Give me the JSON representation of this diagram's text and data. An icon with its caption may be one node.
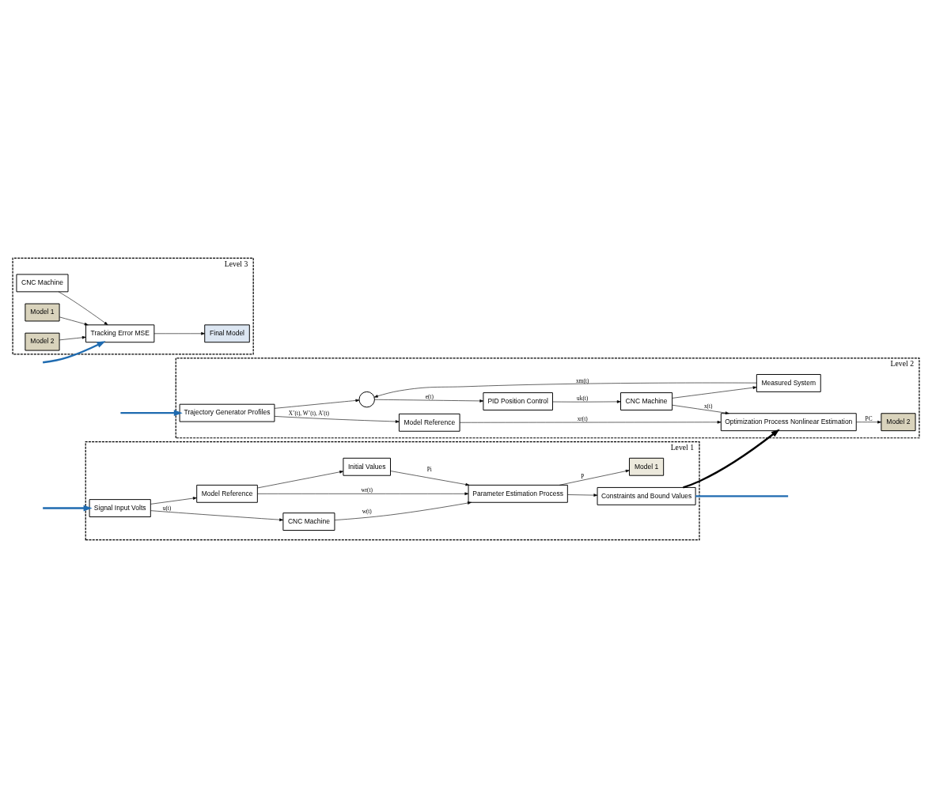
{
  "diagram": {
    "nodes": [
      {
        "text": [
          "Level 1"
        ]
      },
      {
        "text": [
          "Signal Input Volts"
        ],
        "in": 0
      },
      {
        "text": [
          "CNC Machine"
        ],
        "in": 0
      },
      {
        "text": [
          "Model Reference"
        ],
        "in": 0
      },
      {
        "text": [
          "Initial Values"
        ],
        "in": 0
      },
      {
        "text": [
          "Parameter Estimation Process"
        ],
        "in": 0
      },
      {
        "text": [
          "Model 1"
        ],
        "in": 0
      },
      {
        "text": [
          "Constraints and Bound Values"
        ],
        "in": 0
      },
      {
        "text": [
          "Level 2"
        ]
      },
      {
        "text": [
          "Trajectory Generator Profiles"
        ],
        "in": 8
      },
      {
        "text": [],
        "shape": "circle",
        "in": 8
      },
      {
        "text": [
          "PID Position Control"
        ],
        "in": 8
      },
      {
        "text": [
          "CNC Machine"
        ],
        "in": 8
      },
      {
        "text": [
          "Measured System"
        ],
        "in": 8
      },
      {
        "text": [
          "Model Reference"
        ],
        "in": 8
      },
      {
        "text": [
          "Optimization Process Nonlinear Estimation"
        ],
        "in": 8
      },
      {
        "text": [
          "Model 2"
        ],
        "in": 8
      },
      {
        "text": [
          "Level 3"
        ]
      },
      {
        "text": [
          "CNC Machine"
        ],
        "in": 17
      },
      {
        "text": [
          "Model 1"
        ],
        "in": 17
      },
      {
        "text": [
          "Model 2"
        ],
        "in": 17
      },
      {
        "text": [
          "Tracking Error MSE"
        ],
        "in": 17
      },
      {
        "text": [
          "Final Model"
        ],
        "in": 17
      }
    ],
    "edges": [
      {
        "from": null,
        "to": 1,
        "arrow": "to",
        "style": "thick",
        "color": "#1f6bb0"
      },
      {
        "from": 1,
        "to": 2,
        "arrow": "to",
        "label": "u(t)"
      },
      {
        "from": 1,
        "to": 3,
        "arrow": "to"
      },
      {
        "from": 2,
        "to": 5,
        "arrow": "to",
        "label": "w(t)"
      },
      {
        "from": 3,
        "to": 5,
        "arrow": "to",
        "label": "wr(t)"
      },
      {
        "from": 3,
        "to": 4,
        "arrow": "to"
      },
      {
        "from": 4,
        "to": 5,
        "arrow": "to",
        "label": "Pi"
      },
      {
        "from": 5,
        "to": 6,
        "arrow": "to",
        "label": "P"
      },
      {
        "from": 5,
        "to": 7,
        "arrow": "to"
      },
      {
        "from": 7,
        "to": null,
        "arrow": "none",
        "style": "thick",
        "color": "#1f6bb0"
      },
      {
        "from": 7,
        "to": 15,
        "arrow": "to",
        "style": "thick"
      },
      {
        "from": null,
        "to": 9,
        "arrow": "to",
        "style": "thick",
        "color": "#1f6bb0"
      },
      {
        "from": 9,
        "to": 10,
        "arrow": "to"
      },
      {
        "from": 10,
        "to": 11,
        "arrow": "to",
        "label": "e(t)"
      },
      {
        "from": 11,
        "to": 12,
        "arrow": "to",
        "label": "uk(t)"
      },
      {
        "from": 12,
        "to": 15,
        "arrow": "to",
        "label": "x(t)"
      },
      {
        "from": 12,
        "to": 13,
        "arrow": "to"
      },
      {
        "from": 13,
        "to": 10,
        "arrow": "to",
        "label": "xm(t)"
      },
      {
        "from": 9,
        "to": 14,
        "arrow": "to",
        "label": "X’(t), W’(t), A’(t)"
      },
      {
        "from": 14,
        "to": 15,
        "arrow": "to",
        "label": "xr(t)"
      },
      {
        "from": 15,
        "to": 16,
        "arrow": "to",
        "label": "PC"
      },
      {
        "from": 18,
        "to": 21,
        "arrow": "to"
      },
      {
        "from": 19,
        "to": 21,
        "arrow": "to"
      },
      {
        "from": 20,
        "to": 21,
        "arrow": "to"
      },
      {
        "from": 21,
        "to": 22,
        "arrow": "to"
      },
      {
        "from": null,
        "to": 21,
        "arrow": "to",
        "style": "thick",
        "color": "#1f6bb0"
      }
    ]
  }
}
